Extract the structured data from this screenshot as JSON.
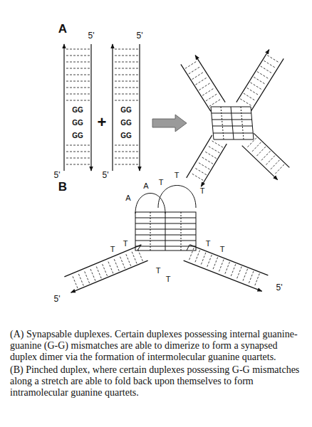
{
  "diagram": {
    "labels": [
      "A",
      "5'",
      "5'",
      "GG",
      "GG",
      "GG",
      "+",
      "GG",
      "GG",
      "GG",
      "5'",
      "5'",
      "B",
      "A",
      "A",
      "T",
      "T",
      "T",
      "T",
      "T",
      "T",
      "T",
      "T",
      "T",
      "5'",
      "5'",
      "(A) Synapsable duplexes. Certain duplexes possessing internal guanine-guanine (G-G) mismatches are able to dimerize to form a synapsed duplex dimer via the formation of intermolecular guanine quartets.",
      "(B) Pinched duplex, where certain duplexes possessing G-G mismatches along a stretch are able to fold back upon themselves to form intramolecular guanine quartets."
    ]
  }
}
